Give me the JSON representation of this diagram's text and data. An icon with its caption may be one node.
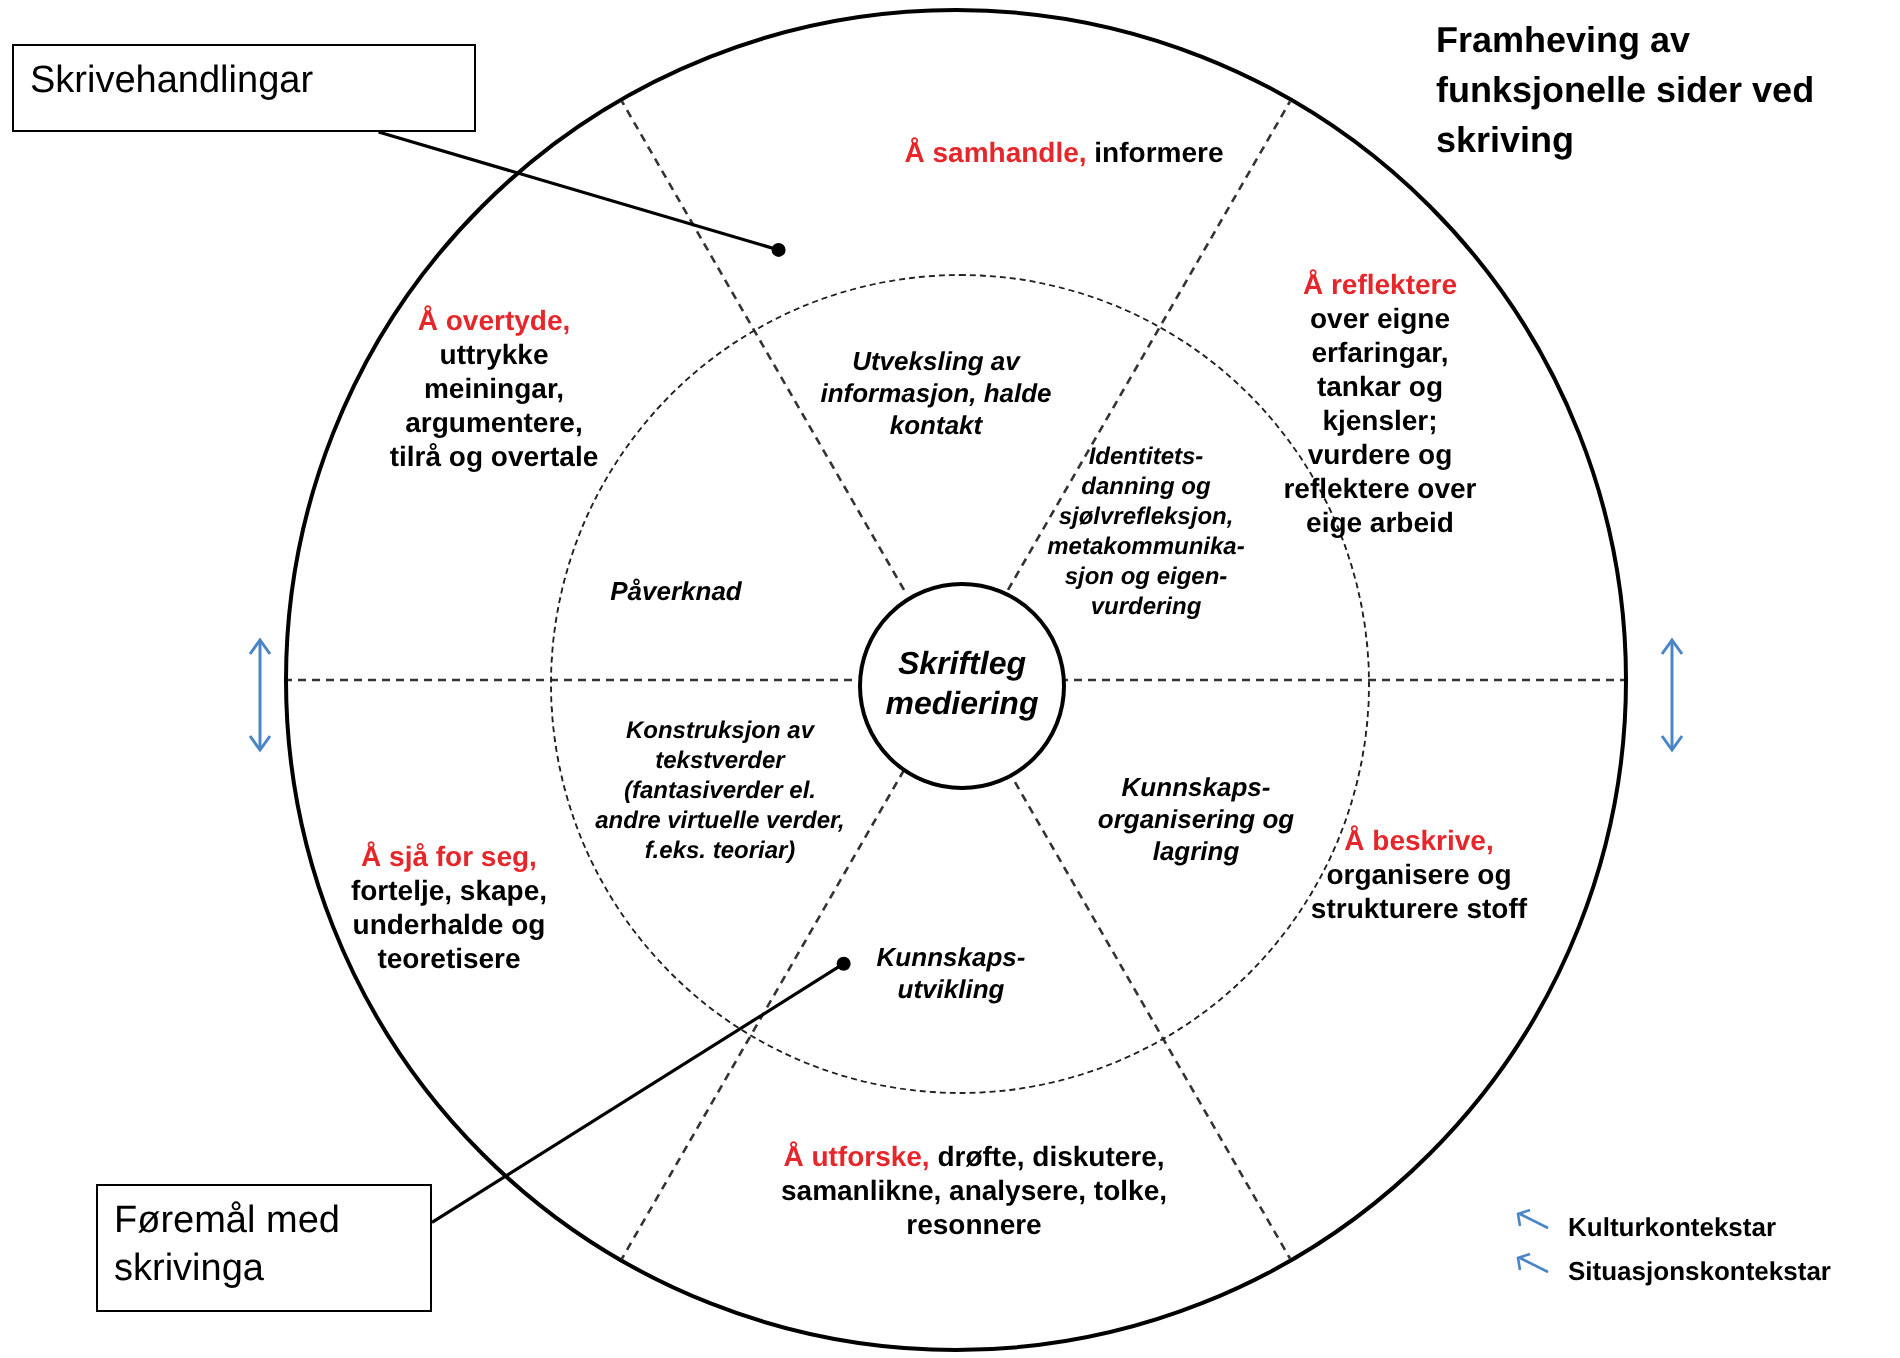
{
  "diagram": {
    "title": "Framheving av funksjonelle sider ved skriving",
    "nodes": [
      {
        "text": [],
        "shape": "circle"
      },
      {
        "text": [],
        "shape": "circle",
        "in": 0
      },
      {
        "text": [
          "Skriftleg mediering"
        ],
        "in": 1
      },
      {
        "text": [
          "Å samhandle,",
          "informere"
        ],
        "in": 0
      },
      {
        "text": [
          "Å reflektere",
          "over eigne erfaringar, tankar og kjensler; vurdere og reflektere over eige arbeid"
        ],
        "in": 0
      },
      {
        "text": [
          "Å beskrive,",
          "organisere og strukturere stoff"
        ],
        "in": 0
      },
      {
        "text": [
          "Å utforske,",
          "drøfte, diskutere, samanlikne, analysere, tolke, resonnere"
        ],
        "in": 0
      },
      {
        "text": [
          "Å sjå for seg,",
          "fortelje, skape, underhalde og teoretisere"
        ],
        "in": 0
      },
      {
        "text": [
          "Å overtyde,",
          "uttrykke meiningar, argumentere, tilrå og overtale"
        ],
        "in": 0
      },
      {
        "text": [
          "Utveksling av informasjon, halde kontakt"
        ],
        "in": 1
      },
      {
        "text": [
          "Identitets- danning og sjølvrefleksjon, metakommunika- sjon og eigen- vurdering"
        ],
        "in": 1
      },
      {
        "text": [
          "Kunnskaps- organisering og lagring"
        ],
        "in": 1
      },
      {
        "text": [
          "Kunnskaps- utvikling"
        ],
        "in": 1
      },
      {
        "text": [
          "Konstruksjon av tekstverder (fantasiverder el. andre virtuelle verder, f.eks. teoriar)"
        ],
        "in": 1
      },
      {
        "text": [
          "Påverknad"
        ],
        "in": 1
      },
      {
        "text": [
          "Skrivehandlingar"
        ]
      },
      {
        "text": [
          "Føremål med skrivinga"
        ]
      }
    ],
    "edges": [
      {
        "from": 15,
        "to": 0,
        "arrow": "other"
      },
      {
        "from": 16,
        "to": 1,
        "arrow": "other"
      }
    ],
    "legend": [
      {
        "text": "Kulturkontekstar"
      },
      {
        "text": "Situasjonskontekstar"
      }
    ]
  }
}
